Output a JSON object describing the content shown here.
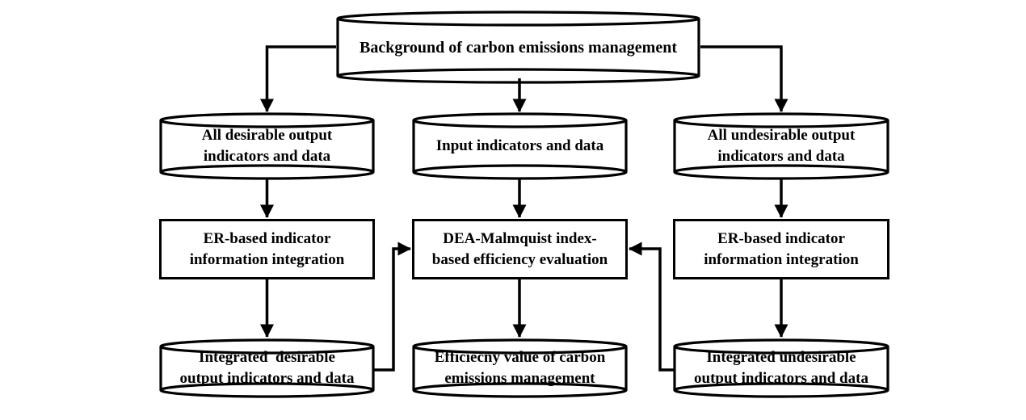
{
  "colors": {
    "ink": "#000000",
    "paper": "#ffffff"
  },
  "nodes": {
    "background": {
      "label": "Background of carbon emissions management",
      "shape": "cylinder"
    },
    "desirable_output": {
      "label": "All desirable output\nindicators and data",
      "shape": "cylinder"
    },
    "input_indicators": {
      "label": "Input indicators and data",
      "shape": "cylinder"
    },
    "undesirable_output": {
      "label": "All undesirable output\nindicators and data",
      "shape": "cylinder"
    },
    "er_integration_left": {
      "label": "ER-based indicator\ninformation integration",
      "shape": "process"
    },
    "dea_malmquist": {
      "label": "DEA-Malmquist index-\nbased efficiency evaluation",
      "shape": "process"
    },
    "er_integration_right": {
      "label": "ER-based indicator\ninformation integration",
      "shape": "process"
    },
    "integrated_desirable": {
      "label": "Integrated  desirable\noutput indicators and data",
      "shape": "cylinder"
    },
    "efficiency_value": {
      "label": "Efficiecny value of carbon\nemissions management",
      "shape": "cylinder"
    },
    "integrated_undesirable": {
      "label": "Integrated undesirable\noutput indicators and data",
      "shape": "cylinder"
    }
  },
  "edges": [
    {
      "from": "background",
      "to": "desirable_output"
    },
    {
      "from": "background",
      "to": "input_indicators"
    },
    {
      "from": "background",
      "to": "undesirable_output"
    },
    {
      "from": "desirable_output",
      "to": "er_integration_left"
    },
    {
      "from": "input_indicators",
      "to": "dea_malmquist"
    },
    {
      "from": "undesirable_output",
      "to": "er_integration_right"
    },
    {
      "from": "er_integration_left",
      "to": "integrated_desirable"
    },
    {
      "from": "dea_malmquist",
      "to": "efficiency_value"
    },
    {
      "from": "er_integration_right",
      "to": "integrated_undesirable"
    },
    {
      "from": "integrated_desirable",
      "to": "dea_malmquist"
    },
    {
      "from": "integrated_undesirable",
      "to": "dea_malmquist"
    }
  ]
}
